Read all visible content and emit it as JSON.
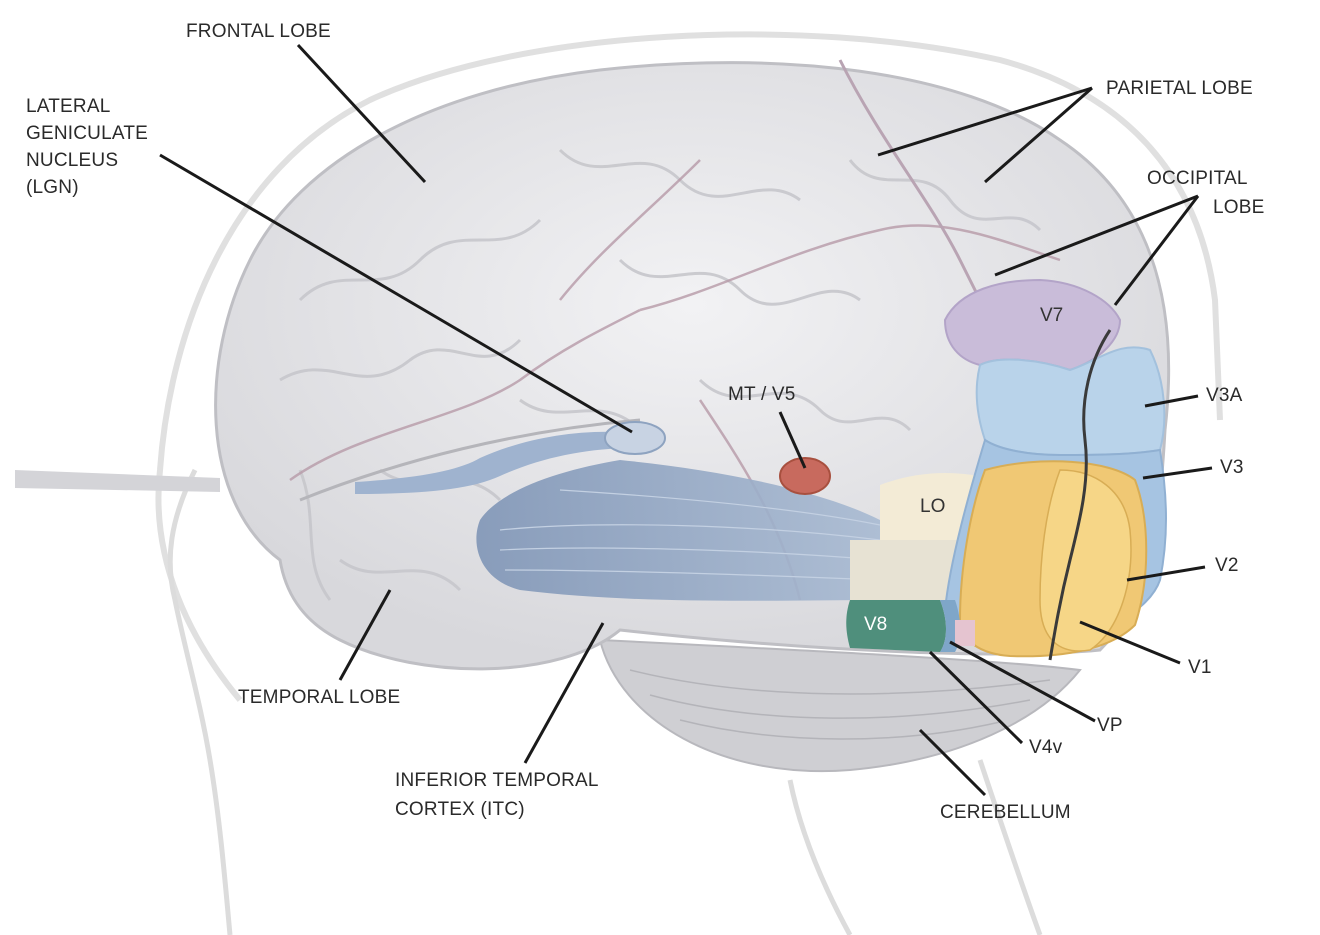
{
  "labels": {
    "frontal_lobe": "FRONTAL LOBE",
    "lgn_line1": "LATERAL",
    "lgn_line2": "GENICULATE",
    "lgn_line3": "NUCLEUS",
    "lgn_line4": "(LGN)",
    "parietal_lobe": "PARIETAL LOBE",
    "occipital_line1": "OCCIPITAL",
    "occipital_line2": "LOBE",
    "mt_v5": "MT / V5",
    "v7": "V7",
    "v3a": "V3A",
    "v3": "V3",
    "lo": "LO",
    "v2": "V2",
    "v1": "V1",
    "v8": "V8",
    "vp": "VP",
    "v4v": "V4v",
    "temporal_lobe": "TEMPORAL LOBE",
    "itc_line1": "INFERIOR TEMPORAL",
    "itc_line2": "CORTEX (ITC)",
    "cerebellum": "CEREBELLUM"
  },
  "colors": {
    "brain": "#e6e6e8",
    "v7": "#c9bcd9",
    "v3a_v3": "#b9d3ea",
    "v2_v1": "#f0c874",
    "v8": "#4f8f7c",
    "mt_v5": "#c86a5e",
    "lo": "#f3ebd6",
    "optic_radiation": "#8ea3c0"
  }
}
